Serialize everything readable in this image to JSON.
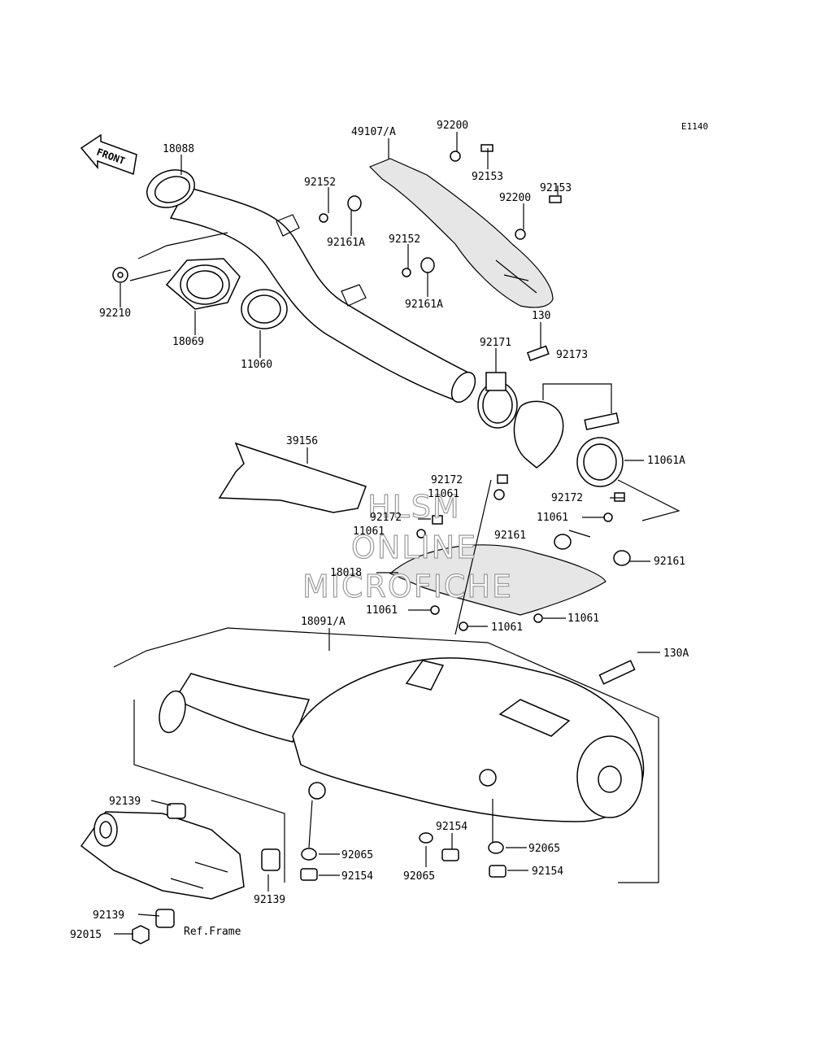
{
  "diagram_code": "E1140",
  "front_arrow_label": "FRONT",
  "watermark": [
    "HLSM",
    "ONLINE",
    "MICROFICHE"
  ],
  "ref_frame_label": "Ref.Frame",
  "parts": {
    "p18088": "18088",
    "p49107a": "49107/A",
    "p92200a": "92200",
    "p92153a": "92153",
    "p92152a": "92152",
    "p92161aa": "92161A",
    "p92200b": "92200",
    "p92153b": "92153",
    "p92152b": "92152",
    "p92161ab": "92161A",
    "p92210": "92210",
    "p18069": "18069",
    "p11060": "11060",
    "p130": "130",
    "p92171": "92171",
    "p92173": "92173",
    "p11061a": "11061A",
    "p39156": "39156",
    "p92172a": "92172",
    "p11061b": "11061",
    "p92172b": "92172",
    "p92172c": "92172",
    "p11061c": "11061",
    "p11061d": "11061",
    "p92161a": "92161",
    "p92161b": "92161",
    "p18018": "18018",
    "p11061e": "11061",
    "p11061f": "11061",
    "p11061g": "11061",
    "p18091a": "18091/A",
    "p130a": "130A",
    "p92139a": "92139",
    "p92065a": "92065",
    "p92154a": "92154",
    "p92154b": "92154",
    "p92065b": "92065",
    "p92065c": "92065",
    "p92154c": "92154",
    "p92139b": "92139",
    "p92139c": "92139",
    "p92015": "92015"
  }
}
